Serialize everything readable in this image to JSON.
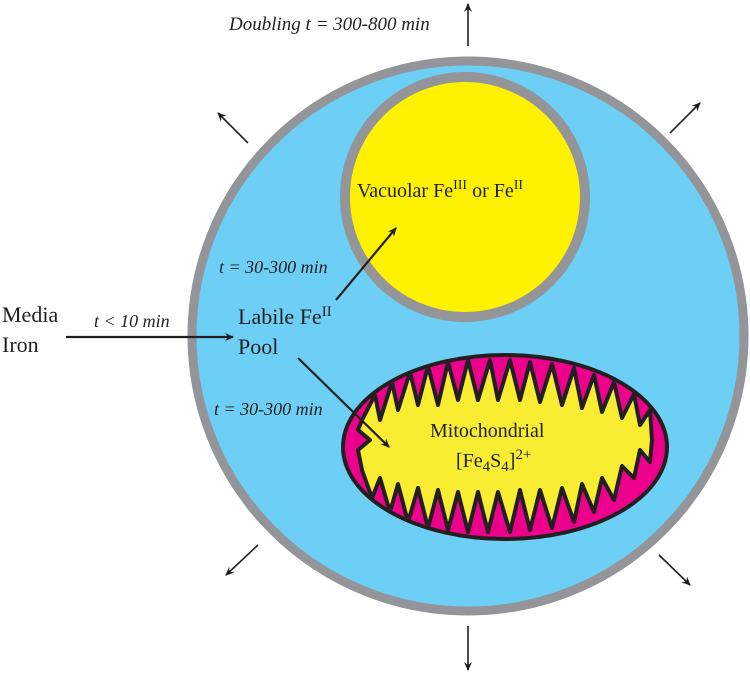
{
  "colors": {
    "cell_fill": "#6dcff6",
    "membrane": "#939598",
    "vacuole_fill": "#fff200",
    "mito_outer": "#ec008c",
    "mito_inner": "#f9ed32",
    "ink": "#231f20",
    "background": "#ffffff"
  },
  "doubling": {
    "prefix": "Doubling ",
    "t": "t",
    "suffix": " = 300-800 min"
  },
  "media_iron": {
    "line1": "Media",
    "line2": "Iron"
  },
  "uptake_time": {
    "t": "t",
    "rest": " < 10 min"
  },
  "labile_pool": {
    "line1_main": "Labile Fe",
    "line1_sup": "II",
    "line2": "Pool"
  },
  "vacuole": {
    "main": "Vacuolar Fe",
    "sup1": "III",
    "mid": " or Fe",
    "sup2": "II"
  },
  "to_vacuole_time": {
    "t": "t",
    "rest": " = 30-300 min"
  },
  "to_mito_time": {
    "t": "t",
    "rest": " = 30-300 min"
  },
  "mitochondria": {
    "line1": "Mitochondrial",
    "line2_a": "[Fe",
    "line2_sub1": "4",
    "line2_b": "S",
    "line2_sub2": "4",
    "line2_c": "]",
    "line2_sup": "2+"
  },
  "growth_arrows": [
    "up",
    "up-right",
    "up-left",
    "down-left",
    "down",
    "down-right"
  ]
}
